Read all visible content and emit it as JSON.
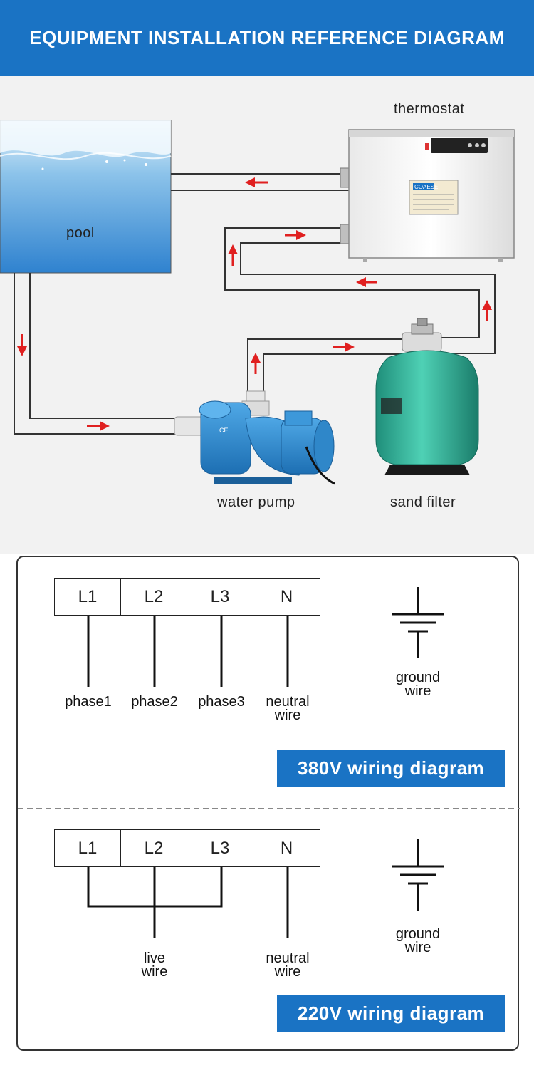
{
  "header": {
    "title": "EQUIPMENT INSTALLATION REFERENCE DIAGRAM"
  },
  "labels": {
    "pool": "pool",
    "thermostat": "thermostat",
    "water_pump": "water pump",
    "sand_filter": "sand filter"
  },
  "heater": {
    "brand": "COAESE"
  },
  "wiring_380": {
    "terminals": [
      "L1",
      "L2",
      "L3",
      "N"
    ],
    "wires": [
      "phase1",
      "phase2",
      "phase3",
      "neutral wire"
    ],
    "ground": "ground wire",
    "title": "380V wiring diagram"
  },
  "wiring_220": {
    "terminals": [
      "L1",
      "L2",
      "L3",
      "N"
    ],
    "wires": [
      "live wire",
      "neutral wire"
    ],
    "ground": "ground wire",
    "title": "220V wiring diagram"
  },
  "colors": {
    "accent": "#1a73c4",
    "arrow": "#e02020",
    "pump": "#2e8fd4",
    "filter": "#2fb39a"
  }
}
